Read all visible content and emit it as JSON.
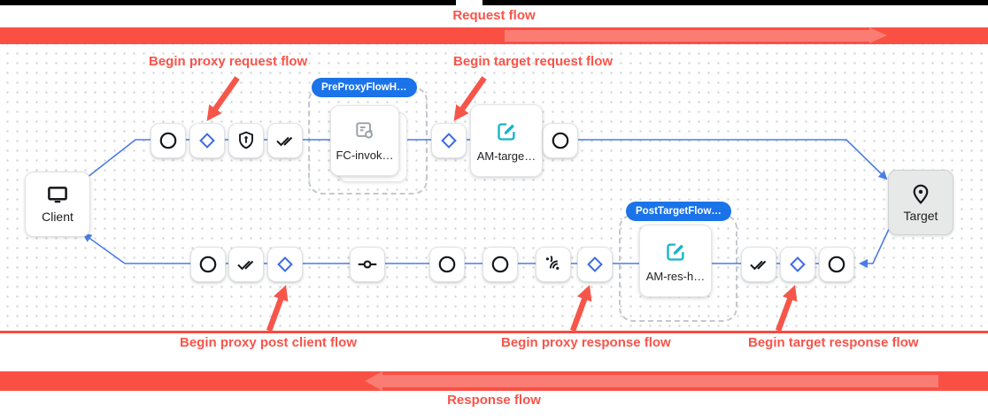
{
  "banners": {
    "request_label": "Request flow",
    "response_label": "Response flow"
  },
  "annotations": {
    "begin_proxy_request": "Begin proxy request flow",
    "begin_target_request": "Begin target request flow",
    "begin_proxy_post_client": "Begin proxy post client flow",
    "begin_proxy_response": "Begin proxy response flow",
    "begin_target_response": "Begin target response flow"
  },
  "endpoints": {
    "client": {
      "label": "Client",
      "icon": "monitor-icon"
    },
    "target": {
      "label": "Target",
      "icon": "location-pin-icon"
    }
  },
  "flow_hooks": {
    "pre_proxy": {
      "badge": "PreProxyFlowH…",
      "policy_label": "FC-invok…",
      "policy_icon": "flow-callout-icon"
    },
    "post_target": {
      "badge": "PostTargetFlow…",
      "policy_label": "AM-res-h…",
      "policy_icon": "assign-message-icon"
    }
  },
  "policies": {
    "am_target": {
      "label": "AM-targe…",
      "icon": "assign-message-icon"
    }
  },
  "request_flow_steps": [
    "circle-step",
    "condition-diamond-step",
    "security-shield-step",
    "done-all-step",
    "condition-diamond-step",
    "circle-step"
  ],
  "response_flow_steps": [
    "circle-step",
    "done-all-step",
    "condition-diamond-step",
    "commit-step",
    "circle-step",
    "circle-step",
    "signal-step",
    "condition-diamond-step",
    "done-all-step",
    "condition-diamond-step",
    "circle-step"
  ],
  "colors": {
    "annotation_red": "#fa5044",
    "badge_blue": "#1a73e8",
    "condition_blue": "#3e6be2",
    "connector_blue": "#4a7ce6",
    "policy_teal": "#14b4c8"
  }
}
